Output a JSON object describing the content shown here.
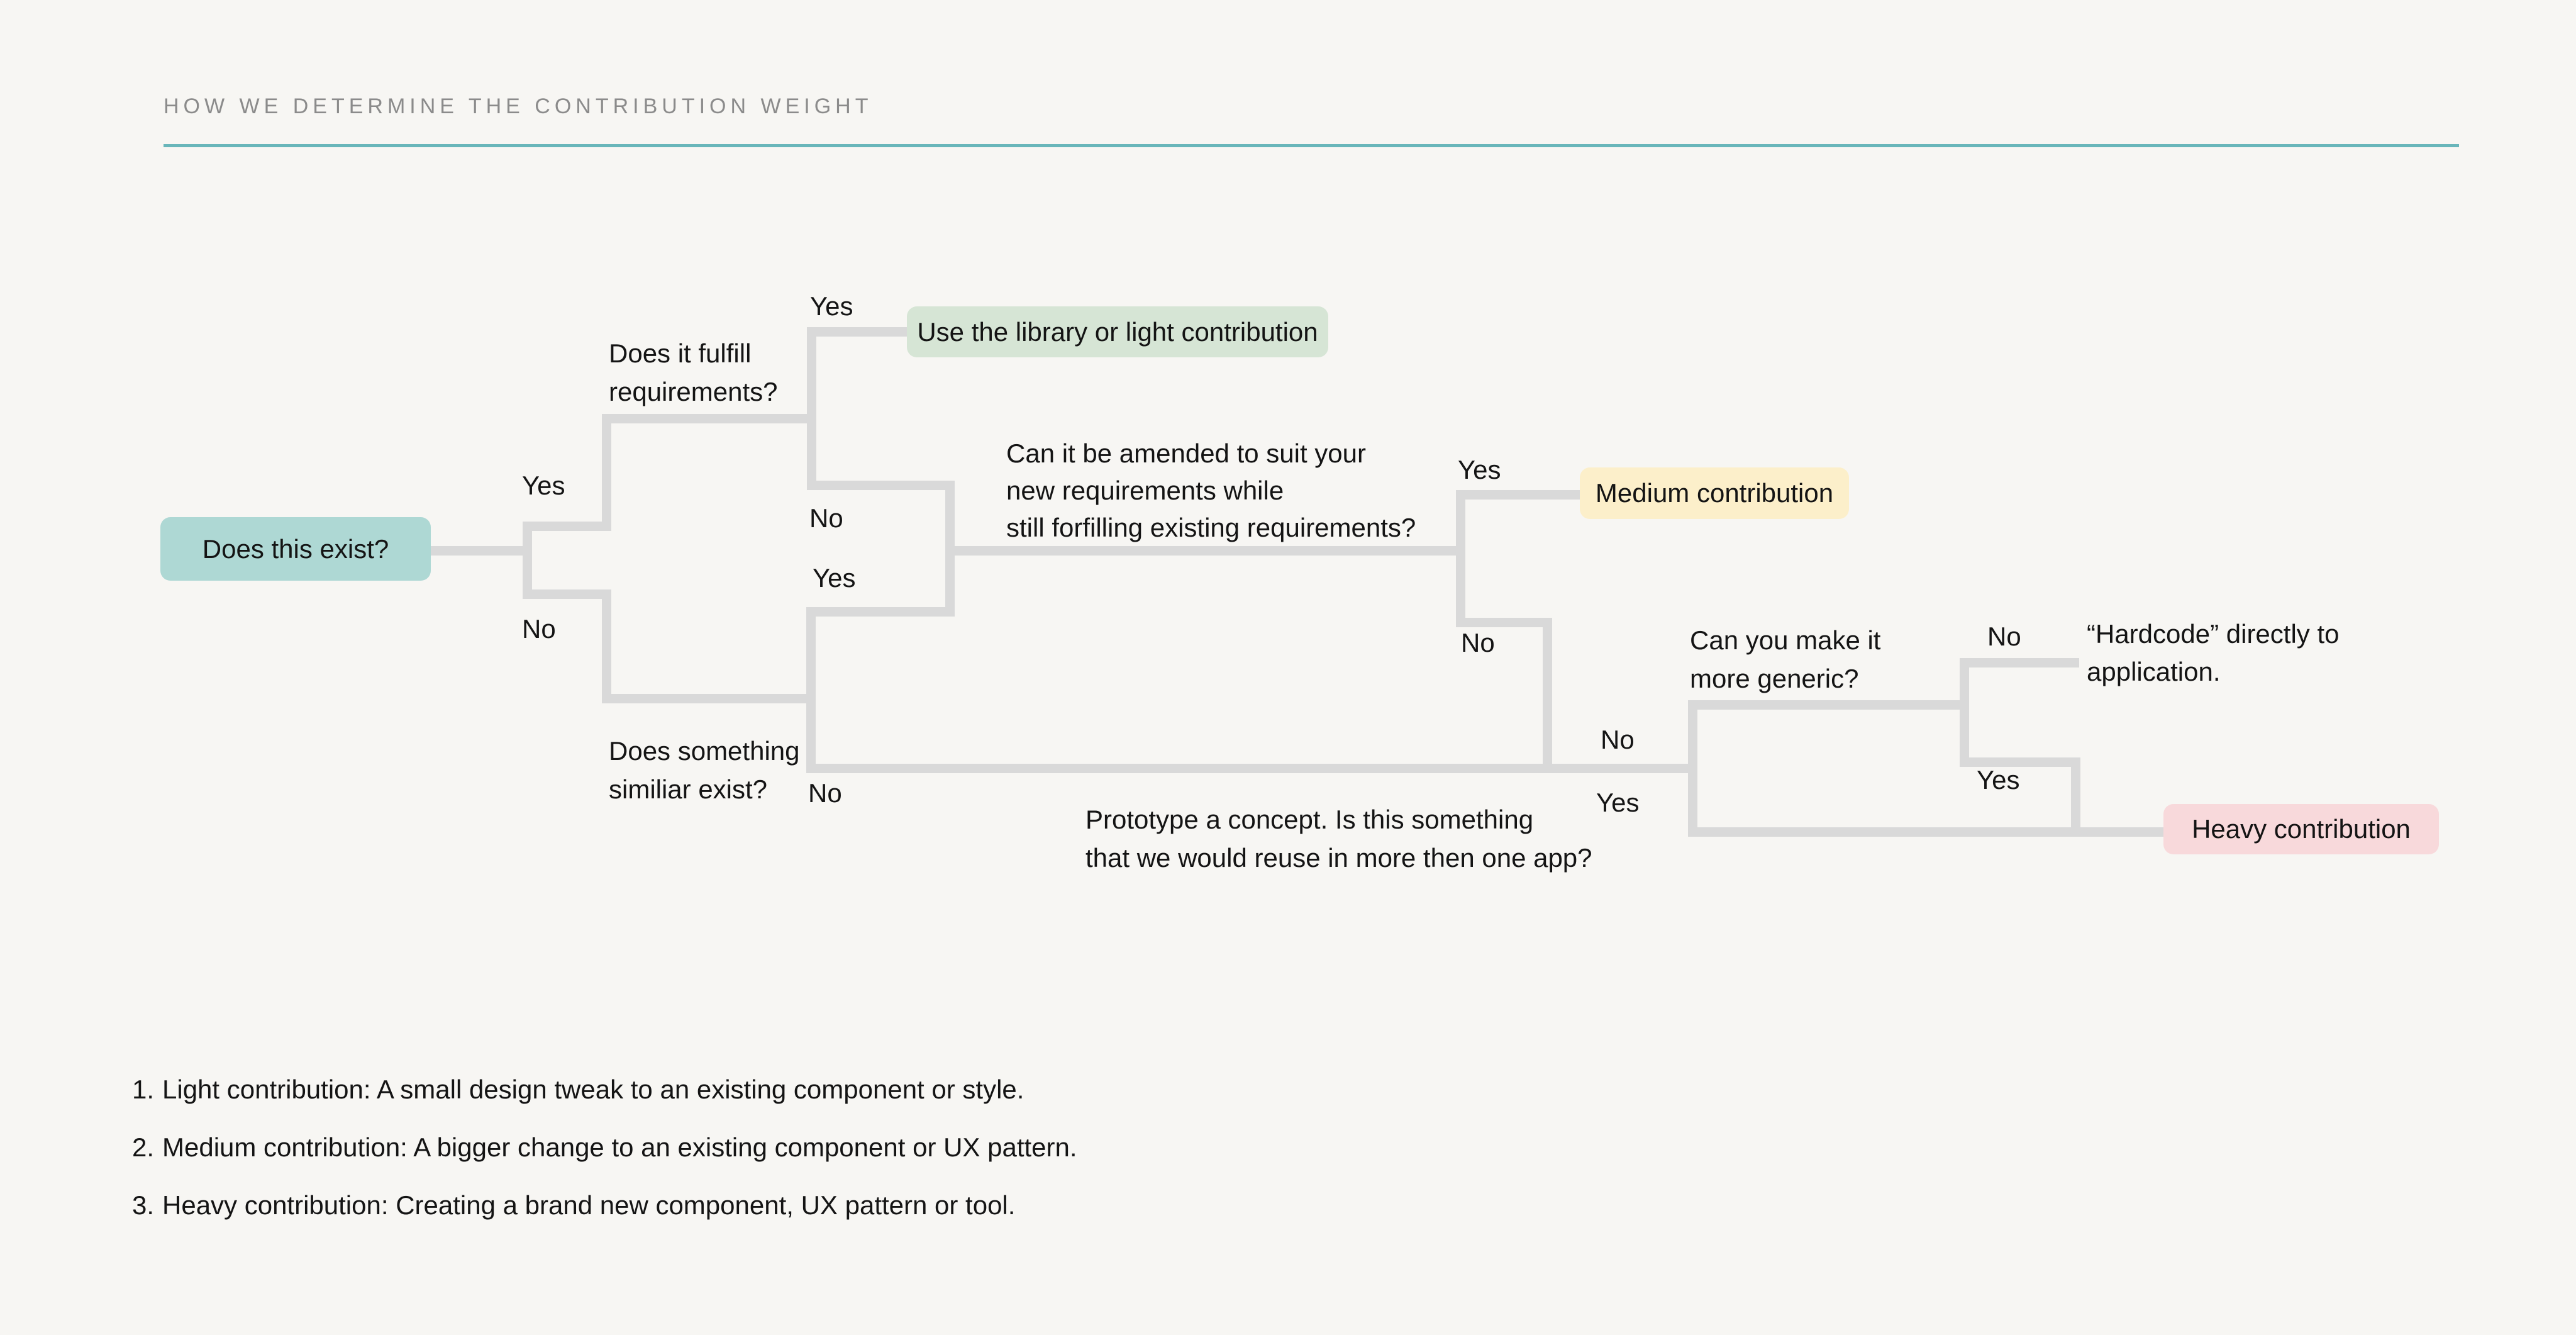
{
  "title": "HOW WE DETERMINE THE CONTRIBUTION WEIGHT",
  "colors": {
    "background": "#f7f6f3",
    "title_text": "#8b8b8b",
    "accent_rule": "#69b6ba",
    "connector": "#d9d9d9",
    "node_start": "#aed8d4",
    "node_light": "#d6e5d5",
    "node_medium": "#fcefca",
    "node_heavy": "#f8d9db",
    "text": "#141414"
  },
  "flowchart": {
    "start": {
      "label": "Does this exist?"
    },
    "outcomes": {
      "light": "Use the library or light contribution",
      "medium": "Medium contribution",
      "heavy": "Heavy contribution",
      "hardcode": {
        "lines": [
          "“Hardcode” directly to",
          "application."
        ]
      }
    },
    "questions": {
      "fulfill": {
        "lines": [
          "Does it fulfill",
          "requirements?"
        ]
      },
      "similar": {
        "lines": [
          "Does something",
          "similiar exist?"
        ]
      },
      "amended": {
        "lines": [
          "Can it be amended to suit your",
          "new requirements while",
          "still forfilling existing requirements?"
        ]
      },
      "prototype": {
        "lines": [
          "Prototype a concept. Is this something",
          "that we would reuse in more then one app?"
        ]
      },
      "generic": {
        "lines": [
          "Can you make it",
          "more generic?"
        ]
      }
    },
    "branch_labels": {
      "exist_yes": "Yes",
      "exist_no": "No",
      "fulfill_yes": "Yes",
      "fulfill_no": "No",
      "similar_yes": "Yes",
      "similar_no": "No",
      "amended_yes": "Yes",
      "amended_no": "No",
      "prototype_no": "No",
      "prototype_yes": "Yes",
      "generic_no": "No",
      "generic_yes": "Yes"
    }
  },
  "legend": {
    "items": [
      {
        "num": "1.",
        "text": "Light contribution: A small design tweak to an existing component or style."
      },
      {
        "num": "2.",
        "text": "Medium contribution: A bigger change to an existing component or UX pattern."
      },
      {
        "num": "3.",
        "text": "Heavy contribution: Creating a brand new component, UX pattern or tool."
      }
    ]
  }
}
